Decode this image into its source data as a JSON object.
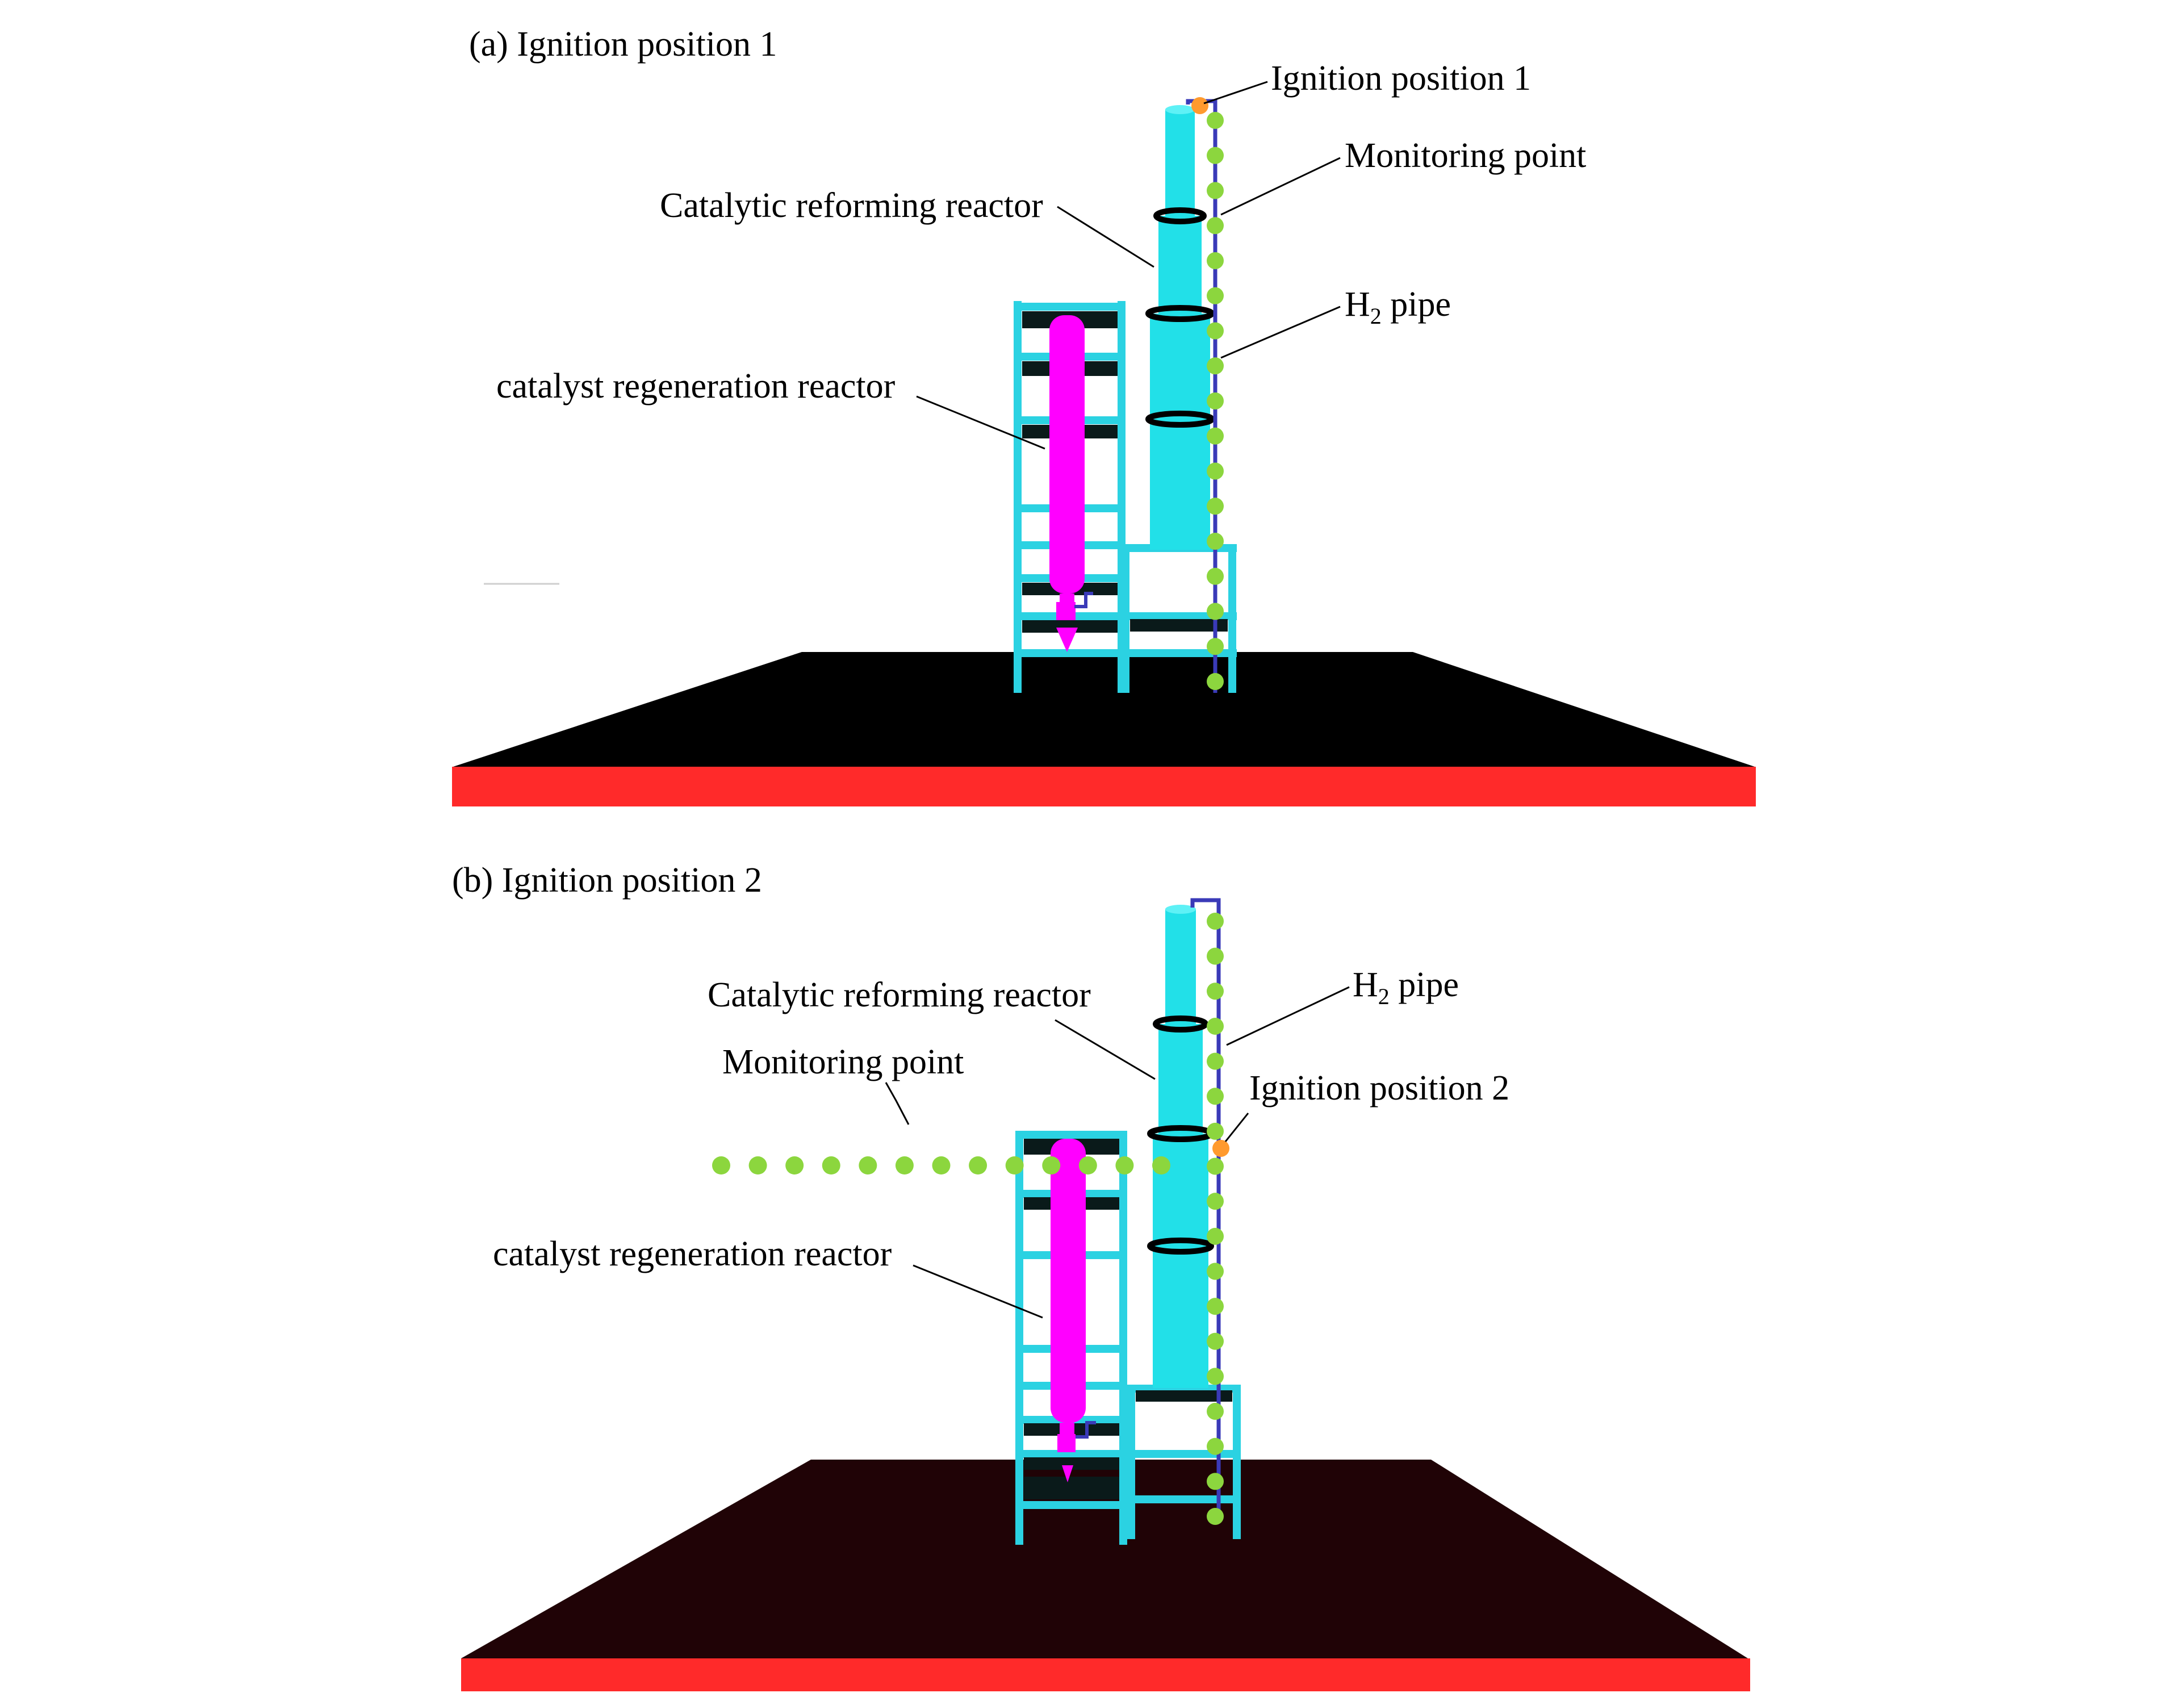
{
  "colors": {
    "ground": "#000000",
    "ground_b": "#200306",
    "ground_edge": "#ff2a2a",
    "reactor": "#22e0e8",
    "frame": "#2bd2e2",
    "regen": "#ff00ff",
    "monitor": "#8cd63e",
    "ignition": "#ff9a2e",
    "pipe": "#3a3ab8",
    "deck": "#0a1a1a"
  },
  "panels": [
    {
      "title": "(a) Ignition position 1",
      "labels": {
        "ignition_prefix": "Ignition position 1",
        "monitoring": "Monitoring point",
        "catalytic": "Catalytic reforming reactor",
        "h2_prefix": "H",
        "h2_sub": "2",
        "h2_suffix": " pipe",
        "regeneration": "catalyst regeneration reactor"
      },
      "monitoring_points": {
        "vertical_count": 17,
        "horizontal_count": 0
      },
      "ignition": "top"
    },
    {
      "title": "(b) Ignition position 2",
      "labels": {
        "ignition_prefix": "Ignition position 2",
        "monitoring": "Monitoring point",
        "catalytic": "Catalytic reforming reactor",
        "h2_prefix": "H",
        "h2_sub": "2",
        "h2_suffix": " pipe",
        "regeneration": "catalyst regeneration reactor"
      },
      "monitoring_points": {
        "vertical_count": 18,
        "horizontal_count": 13
      },
      "ignition": "middle"
    }
  ]
}
